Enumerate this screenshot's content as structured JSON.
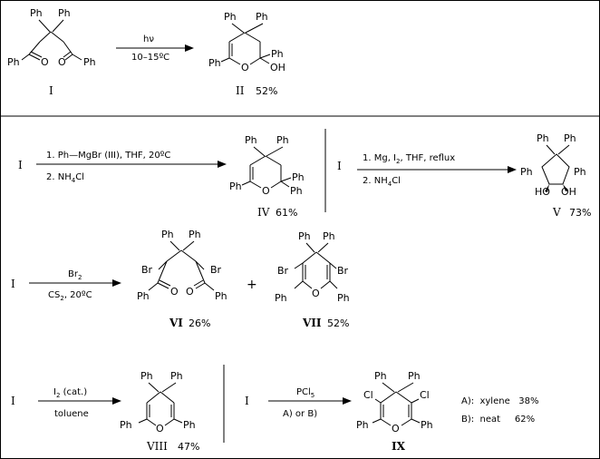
{
  "r1": {
    "start_num": "I",
    "cond_top": "hν",
    "cond_bottom": "10–15ºC",
    "prod_num": "II",
    "prod_yield": "52%"
  },
  "r2": {
    "start": "I",
    "step1": "1. Ph—MgBr (III), THF, 20ºC",
    "step2": "2. NH",
    "step2_sub": "4",
    "step2_end": "Cl",
    "prod_num": "IV",
    "prod_yield": "61%"
  },
  "r3": {
    "start": "I",
    "step1": "1. Mg, I",
    "step1_sub": "2",
    "step1_end": ", THF,  reflux",
    "step2": "2. NH",
    "step2_sub": "4",
    "step2_end": "Cl",
    "prod_num": "V",
    "prod_yield": "73%"
  },
  "r4": {
    "start": "I",
    "cond_top": "Br",
    "cond_top_sub": "2",
    "cond_bottom": "CS",
    "cond_bottom_sub": "2",
    "cond_bottom_end": ", 20ºC",
    "plus": "+",
    "prod1_num": "VI",
    "prod1_yield": "26%",
    "prod2_num": "VII",
    "prod2_yield": "52%"
  },
  "r5": {
    "start": "I",
    "cond_top": "I",
    "cond_top_sub": "2",
    "cond_top_end": " (cat.)",
    "cond_bottom": "toluene",
    "prod_num": "VIII",
    "prod_yield": "47%"
  },
  "r6": {
    "start": "I",
    "cond_top": "PCl",
    "cond_top_sub": "5",
    "cond_bottom": "A)  or B)",
    "prod_num": "IX",
    "note_a": "A):  xylene   38%",
    "note_b": "B):  neat     62%"
  },
  "atoms": {
    "ph": "Ph",
    "o": "O",
    "oh": "OH",
    "ho": "HO",
    "br": "Br",
    "cl": "Cl"
  }
}
